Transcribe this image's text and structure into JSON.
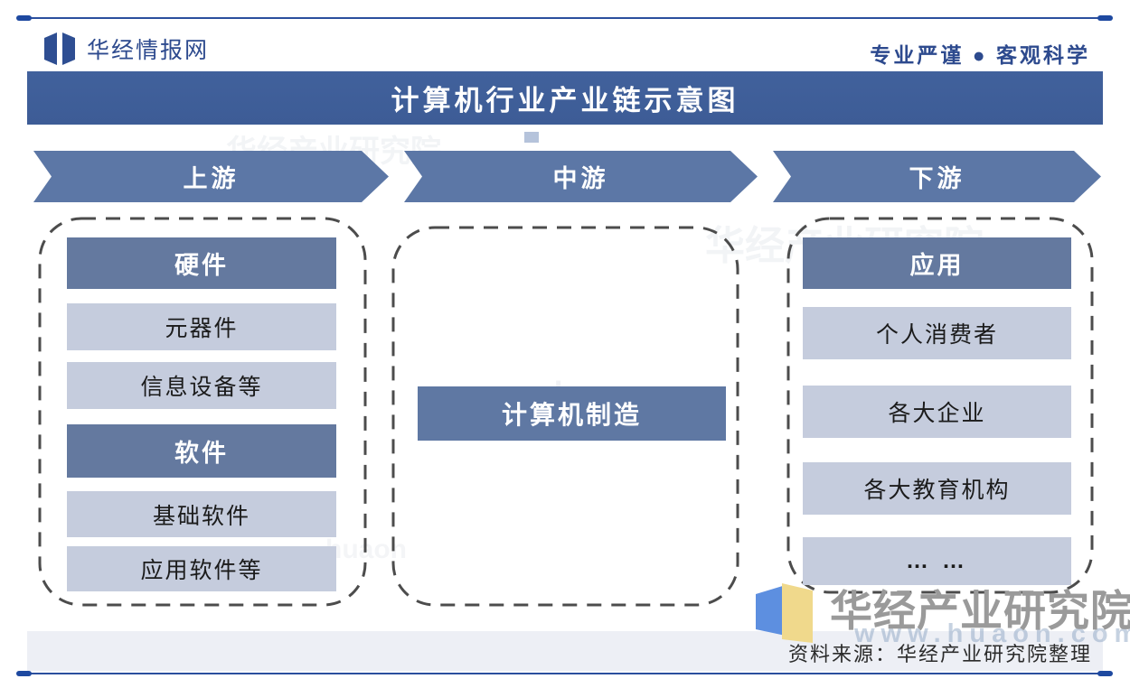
{
  "header": {
    "brand": "华经情报网",
    "slogan": "专业严谨 ● 客观科学"
  },
  "title_bar": {
    "text": "计算机行业产业链示意图"
  },
  "stages": [
    {
      "label": "上游"
    },
    {
      "label": "中游"
    },
    {
      "label": "下游"
    }
  ],
  "columns": {
    "upstream": {
      "items": [
        {
          "label": "硬件",
          "type": "header"
        },
        {
          "label": "元器件",
          "type": "item"
        },
        {
          "label": "信息设备等",
          "type": "item"
        },
        {
          "label": "软件",
          "type": "header"
        },
        {
          "label": "基础软件",
          "type": "item"
        },
        {
          "label": "应用软件等",
          "type": "item"
        }
      ]
    },
    "midstream": {
      "items": [
        {
          "label": "计算机制造",
          "type": "header"
        }
      ]
    },
    "downstream": {
      "items": [
        {
          "label": "应用",
          "type": "header"
        },
        {
          "label": "个人消费者",
          "type": "item"
        },
        {
          "label": "各大企业",
          "type": "item"
        },
        {
          "label": "各大教育机构",
          "type": "item"
        },
        {
          "label": "… …",
          "type": "item"
        }
      ]
    }
  },
  "footer": {
    "brand": "华经产业研究院",
    "watermark": "www.huaon.com",
    "source": "资料来源：华经产业研究院整理"
  },
  "background_watermarks": [
    {
      "text": "华经产业研究院"
    },
    {
      "text": "华经产业研究院"
    },
    {
      "text": "www.huaon.com"
    },
    {
      "text": "huaon"
    }
  ],
  "colors": {
    "title_bar": "#3f5e99",
    "stage_arrow": "#5c77a6",
    "node_dark": "#64799f",
    "node_light": "#c5ccdd",
    "brand_blue": "#2d4a8e",
    "rule_blue": "#2b4f9e",
    "dash_border": "#4c4c4c",
    "footer_gray": "#9a9a9a"
  }
}
